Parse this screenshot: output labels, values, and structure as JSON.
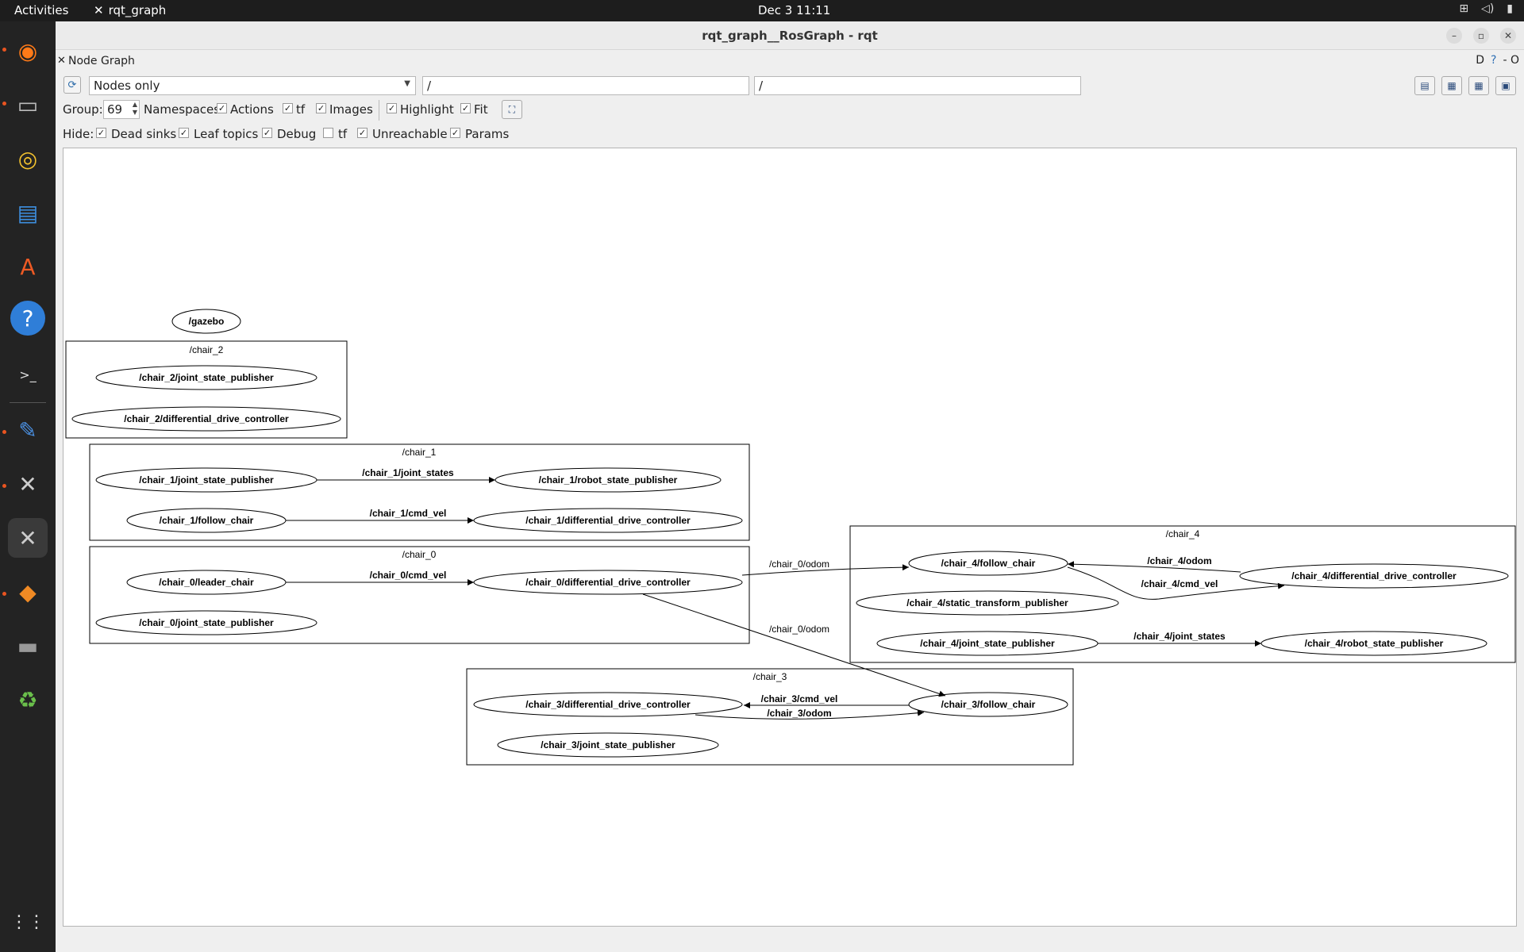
{
  "topbar": {
    "activities": "Activities",
    "app_name": "rqt_graph",
    "clock": "Dec 3  11:11"
  },
  "dock": {
    "items": [
      "firefox-icon",
      "files-icon",
      "rhythmbox-icon",
      "writer-icon",
      "app-center-icon",
      "help-icon",
      "terminal-icon",
      "text-editor-icon",
      "rqt-icon",
      "rqt-icon",
      "installer-icon",
      "drive-icon",
      "trash-icon",
      "show-apps-icon"
    ]
  },
  "window": {
    "title": "rqt_graph__RosGraph - rqt",
    "plugin_title": "Node Graph",
    "plugin_controls": "D",
    "plugin_close": "- O"
  },
  "toolbar": {
    "mode_combo": "Nodes only",
    "node_filter": "/",
    "topic_filter": "/"
  },
  "options": {
    "group_label": "Group:",
    "group_value": "69",
    "namespaces_label": "Namespaces",
    "actions_label": "Actions",
    "tf_label": "tf",
    "images_label": "Images",
    "highlight_label": "Highlight",
    "fit_label": "Fit",
    "check_mark": "✓"
  },
  "hide": {
    "hide_label": "Hide:",
    "dead_sinks_label": "Dead sinks",
    "leaf_topics_label": "Leaf topics",
    "debug_label": "Debug",
    "tf_label": "tf",
    "unreachable_label": "Unreachable",
    "params_label": "Params"
  },
  "graph": {
    "gazebo": "/gazebo",
    "chair_2": {
      "ns": "/chair_2",
      "jsp": "/chair_2/joint_state_publisher",
      "ddc": "/chair_2/differential_drive_controller"
    },
    "chair_1": {
      "ns": "/chair_1",
      "jsp": "/chair_1/joint_state_publisher",
      "rsp": "/chair_1/robot_state_publisher",
      "follow": "/chair_1/follow_chair",
      "ddc": "/chair_1/differential_drive_controller",
      "t_joint_states": "/chair_1/joint_states",
      "t_cmd_vel": "/chair_1/cmd_vel"
    },
    "chair_0": {
      "ns": "/chair_0",
      "leader": "/chair_0/leader_chair",
      "ddc": "/chair_0/differential_drive_controller",
      "jsp": "/chair_0/joint_state_publisher",
      "t_cmd_vel": "/chair_0/cmd_vel",
      "t_odom_a": "/chair_0/odom",
      "t_odom_b": "/chair_0/odom"
    },
    "chair_4": {
      "ns": "/chair_4",
      "follow": "/chair_4/follow_chair",
      "ddc": "/chair_4/differential_drive_controller",
      "stp": "/chair_4/static_transform_publisher",
      "jsp": "/chair_4/joint_state_publisher",
      "rsp": "/chair_4/robot_state_publisher",
      "t_odom": "/chair_4/odom",
      "t_cmd_vel": "/chair_4/cmd_vel",
      "t_joint_states": "/chair_4/joint_states"
    },
    "chair_3": {
      "ns": "/chair_3",
      "ddc": "/chair_3/differential_drive_controller",
      "follow": "/chair_3/follow_chair",
      "jsp": "/chair_3/joint_state_publisher",
      "t_cmd_vel": "/chair_3/cmd_vel",
      "t_odom": "/chair_3/odom"
    }
  }
}
